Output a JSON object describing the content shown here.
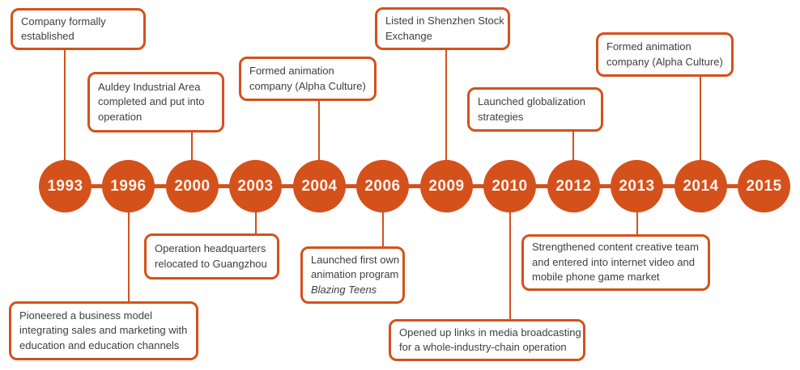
{
  "colors": {
    "accent": "#d4511c",
    "text": "#3e3e3e",
    "year_text": "#fbf5ee",
    "background": "#ffffff"
  },
  "timeline": {
    "events": [
      {
        "year": "1993",
        "side": "above",
        "lines": [
          "Company formally",
          "established"
        ]
      },
      {
        "year": "1996",
        "side": "below",
        "lines": [
          "Pioneered a business model",
          "integrating sales and marketing with",
          "education and education channels"
        ]
      },
      {
        "year": "2000",
        "side": "above",
        "lines": [
          "Auldey Industrial Area",
          "completed and put into",
          "operation"
        ]
      },
      {
        "year": "2003",
        "side": "below",
        "lines": [
          "Operation headquarters",
          "relocated to Guangzhou"
        ]
      },
      {
        "year": "2004",
        "side": "above",
        "lines": [
          "Formed animation",
          "company (Alpha Culture)"
        ]
      },
      {
        "year": "2006",
        "side": "below",
        "lines": [
          "Launched first own",
          "animation program"
        ],
        "italic_line": "Blazing Teens"
      },
      {
        "year": "2009",
        "side": "above",
        "lines": [
          "Listed in Shenzhen Stock",
          "Exchange"
        ]
      },
      {
        "year": "2010",
        "side": "below",
        "lines": [
          "Opened up links in media broadcasting",
          "for a whole-industry-chain operation"
        ]
      },
      {
        "year": "2012",
        "side": "above",
        "lines": [
          "Launched globalization",
          "strategies"
        ]
      },
      {
        "year": "2013",
        "side": "below",
        "lines": [
          "Strengthened content creative team",
          "and entered into internet video and",
          "mobile phone game market"
        ]
      },
      {
        "year": "2014",
        "side": "above",
        "lines": [
          "Formed animation",
          "company (Alpha Culture)"
        ]
      },
      {
        "year": "2015",
        "side": "none",
        "lines": []
      }
    ]
  }
}
